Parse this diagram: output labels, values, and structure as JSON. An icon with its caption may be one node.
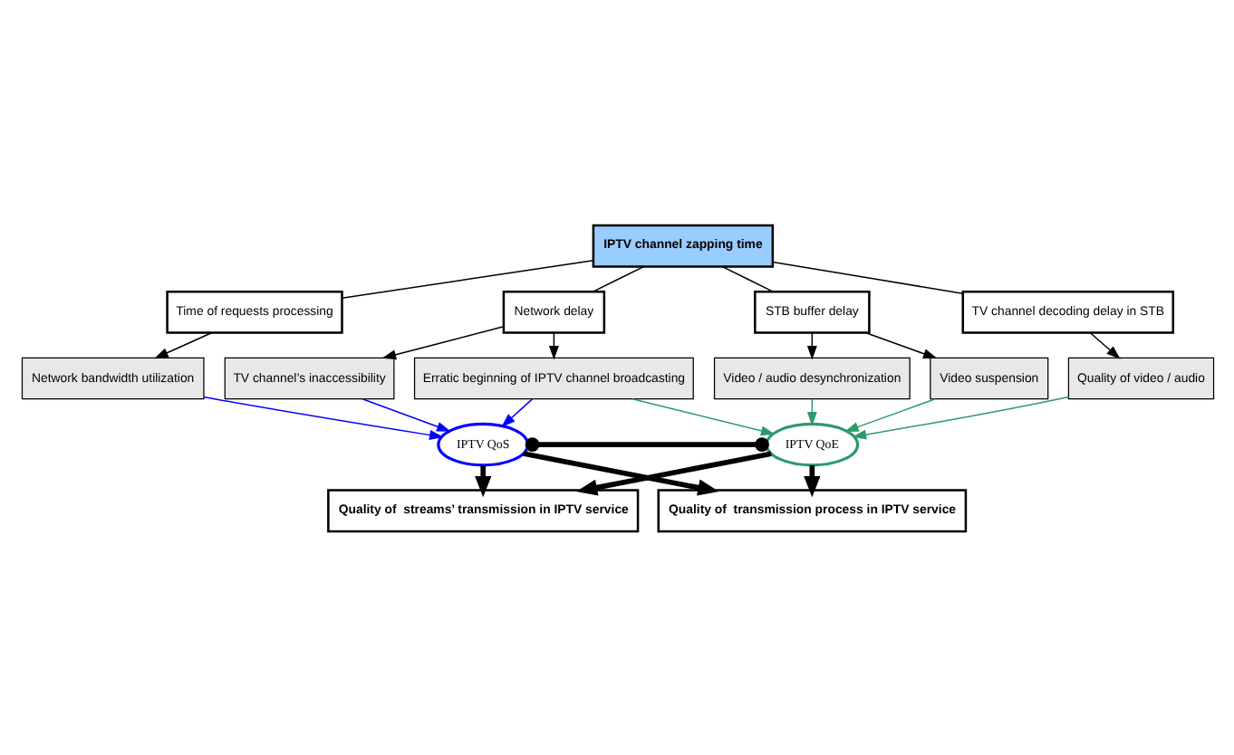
{
  "diagram": {
    "nodes": [
      {
        "text": [
          "IPTV channel zapping time"
        ]
      },
      {
        "text": [
          "Time of requests processing"
        ]
      },
      {
        "text": [
          "Network delay"
        ]
      },
      {
        "text": [
          "STB buffer delay"
        ]
      },
      {
        "text": [
          "TV channel decoding delay in STB"
        ]
      },
      {
        "text": [
          "Erratic beginning of IPTV channel broadcasting"
        ]
      },
      {
        "text": [
          "TV channel’s inaccessibility"
        ]
      },
      {
        "text": [
          "Video / audio desynchronization"
        ]
      },
      {
        "text": [
          "Quality of video / audio"
        ]
      },
      {
        "text": [
          "Video suspension"
        ]
      },
      {
        "text": [
          "Network bandwidth utilization"
        ]
      },
      {
        "text": [
          "IPTV QoS"
        ]
      },
      {
        "text": [
          "IPTV QoE"
        ]
      },
      {
        "text": [
          "Quality of  streams’ transmission in IPTV service"
        ]
      },
      {
        "text": [
          "Quality of  transmission process in IPTV service"
        ]
      }
    ],
    "edges": [
      {
        "from": 0,
        "to": 1,
        "arrow": "none"
      },
      {
        "from": 0,
        "to": 2,
        "arrow": "none"
      },
      {
        "from": 0,
        "to": 3,
        "arrow": "none"
      },
      {
        "from": 0,
        "to": 4,
        "arrow": "none"
      },
      {
        "from": 1,
        "to": 10,
        "arrow": "to"
      },
      {
        "from": 2,
        "to": 5,
        "arrow": "to"
      },
      {
        "from": 2,
        "to": 6,
        "arrow": "to"
      },
      {
        "from": 3,
        "to": 7,
        "arrow": "to"
      },
      {
        "from": 3,
        "to": 9,
        "arrow": "to"
      },
      {
        "from": 4,
        "to": 8,
        "arrow": "to"
      },
      {
        "from": 5,
        "to": 11,
        "arrow": "to",
        "color": "#0000ff"
      },
      {
        "from": 6,
        "to": 11,
        "arrow": "to",
        "color": "#0000ff"
      },
      {
        "from": 10,
        "to": 11,
        "arrow": "to",
        "color": "#0000ff"
      },
      {
        "from": 5,
        "to": 12,
        "arrow": "to",
        "color": "#2e9a6a"
      },
      {
        "from": 7,
        "to": 12,
        "arrow": "to",
        "color": "#2e9a6a"
      },
      {
        "from": 8,
        "to": 12,
        "arrow": "to",
        "color": "#2e9a6a"
      },
      {
        "from": 9,
        "to": 12,
        "arrow": "to",
        "color": "#2e9a6a"
      },
      {
        "from": 11,
        "to": 12,
        "arrow": "other",
        "style": "thick"
      },
      {
        "from": 11,
        "to": 13,
        "arrow": "to",
        "style": "thick"
      },
      {
        "from": 11,
        "to": 14,
        "arrow": "to",
        "style": "thick"
      },
      {
        "from": 12,
        "to": 13,
        "arrow": "to",
        "style": "thick"
      },
      {
        "from": 12,
        "to": 14,
        "arrow": "to",
        "style": "thick"
      }
    ]
  }
}
